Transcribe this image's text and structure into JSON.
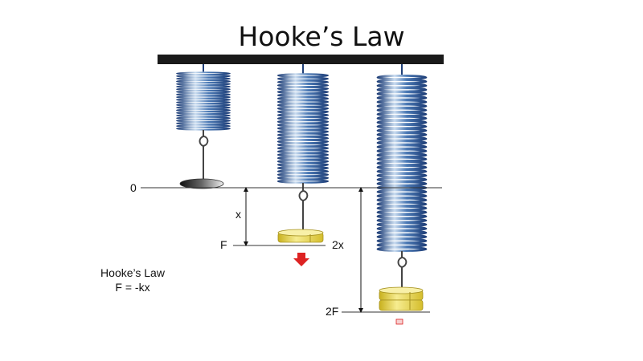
{
  "title": "Hooke’s Law",
  "labels": {
    "zero": "0",
    "x": "x",
    "f": "F",
    "two_x": "2x",
    "two_f": "2F"
  },
  "formula": {
    "heading": "Hooke’s Law",
    "equation": "F = -kx"
  },
  "colors": {
    "ceiling": "#1a1a1a",
    "spring_dark": "#1f3f78",
    "spring_mid": "#4a78b4",
    "spring_light": "#c9dcf0",
    "weight": "#e8d44a",
    "arrow": "#dd2222",
    "baseline": "#333333"
  },
  "springs": [
    {
      "name": "unloaded",
      "coils": 22
    },
    {
      "name": "one-weight",
      "coils": 33
    },
    {
      "name": "two-weights",
      "coils": 43
    }
  ]
}
